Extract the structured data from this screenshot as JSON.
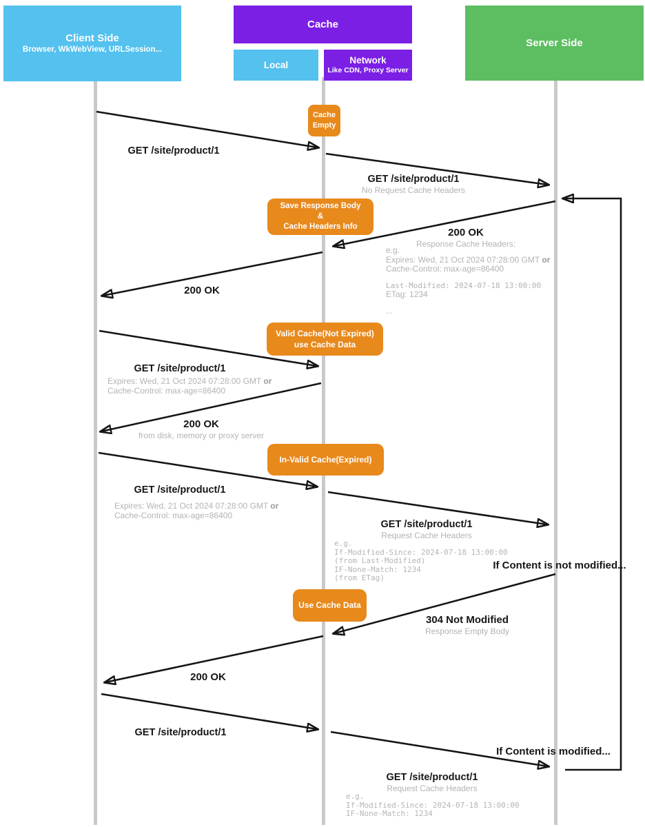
{
  "actors": {
    "client": {
      "title": "Client Side",
      "subtitle": "Browser, WkWebView, URLSession...",
      "color": "#54c1ee"
    },
    "cache": {
      "title": "Cache",
      "color": "#7c1fe4"
    },
    "local": {
      "title": "Local",
      "color": "#54c1ee"
    },
    "network": {
      "title": "Network",
      "subtitle": "Like CDN, Proxy Server",
      "color": "#7c1fe4"
    },
    "server": {
      "title": "Server Side",
      "color": "#5cbe61"
    }
  },
  "notes": {
    "cache_empty_l1": "Cache",
    "cache_empty_l2": "Empty",
    "save_l1": "Save  Response Body",
    "save_l2": "&",
    "save_l3": "Cache Headers Info",
    "valid_l1": "Valid Cache(Not Expired)",
    "valid_l2": "use Cache Data",
    "invalid": "In-Valid Cache(Expired)",
    "use_cache": "Use Cache Data",
    "note_color": "#e8891c"
  },
  "s1": {
    "req_client": "GET /site/product/1",
    "req_net": "GET /site/product/1",
    "req_net_sub": "No Request Cache Headers",
    "resp": "200 OK",
    "resp_sub": "Response Cache Headers:",
    "eg": "e.g.",
    "expires": "Expires: Wed, 21 Oct 2024 07:28:00 GMT",
    "or": "or",
    "cache_control": "Cache-Control: max-age=86400",
    "last_modified": "Last-Modified: 2024-07-18 13:00:00",
    "etag": "ETag: 1234",
    "more": "...",
    "resp_client": "200 OK"
  },
  "s2": {
    "req": "GET /site/product/1",
    "expires": "Expires: Wed, 21 Oct 2024 07:28:00 GMT",
    "or": "or",
    "cache_control": "Cache-Control: max-age=86400",
    "resp": "200 OK",
    "resp_sub": "from disk, memory or proxy server"
  },
  "s3": {
    "req": "GET /site/product/1",
    "expires": "Expires: Wed, 21 Oct 2024 07:28:00 GMT",
    "or": "or",
    "cache_control": "Cache-Control: max-age=86400",
    "req_net": "GET /site/product/1",
    "req_net_sub": "Request Cache Headers",
    "eg": "e.g.",
    "if_modified": "If-Modified-Since: 2024-07-18 13:00:00",
    "from_lm": "(from Last-Modified)",
    "if_none": "IF-None-Match: 1234",
    "from_etag": "(from ETag)",
    "not_modified": "If Content is not modified...",
    "resp_net": "304 Not Modified",
    "resp_net_sub": "Response Empty Body",
    "resp_client": "200 OK"
  },
  "s4": {
    "req": "GET /site/product/1",
    "modified": "If Content is modified...",
    "req_net": "GET /site/product/1",
    "req_net_sub": "Request Cache Headers",
    "eg": "e.g.",
    "if_modified": "If-Modified-Since: 2024-07-18 13:00:00",
    "if_none": "IF-None-Match: 1234"
  }
}
